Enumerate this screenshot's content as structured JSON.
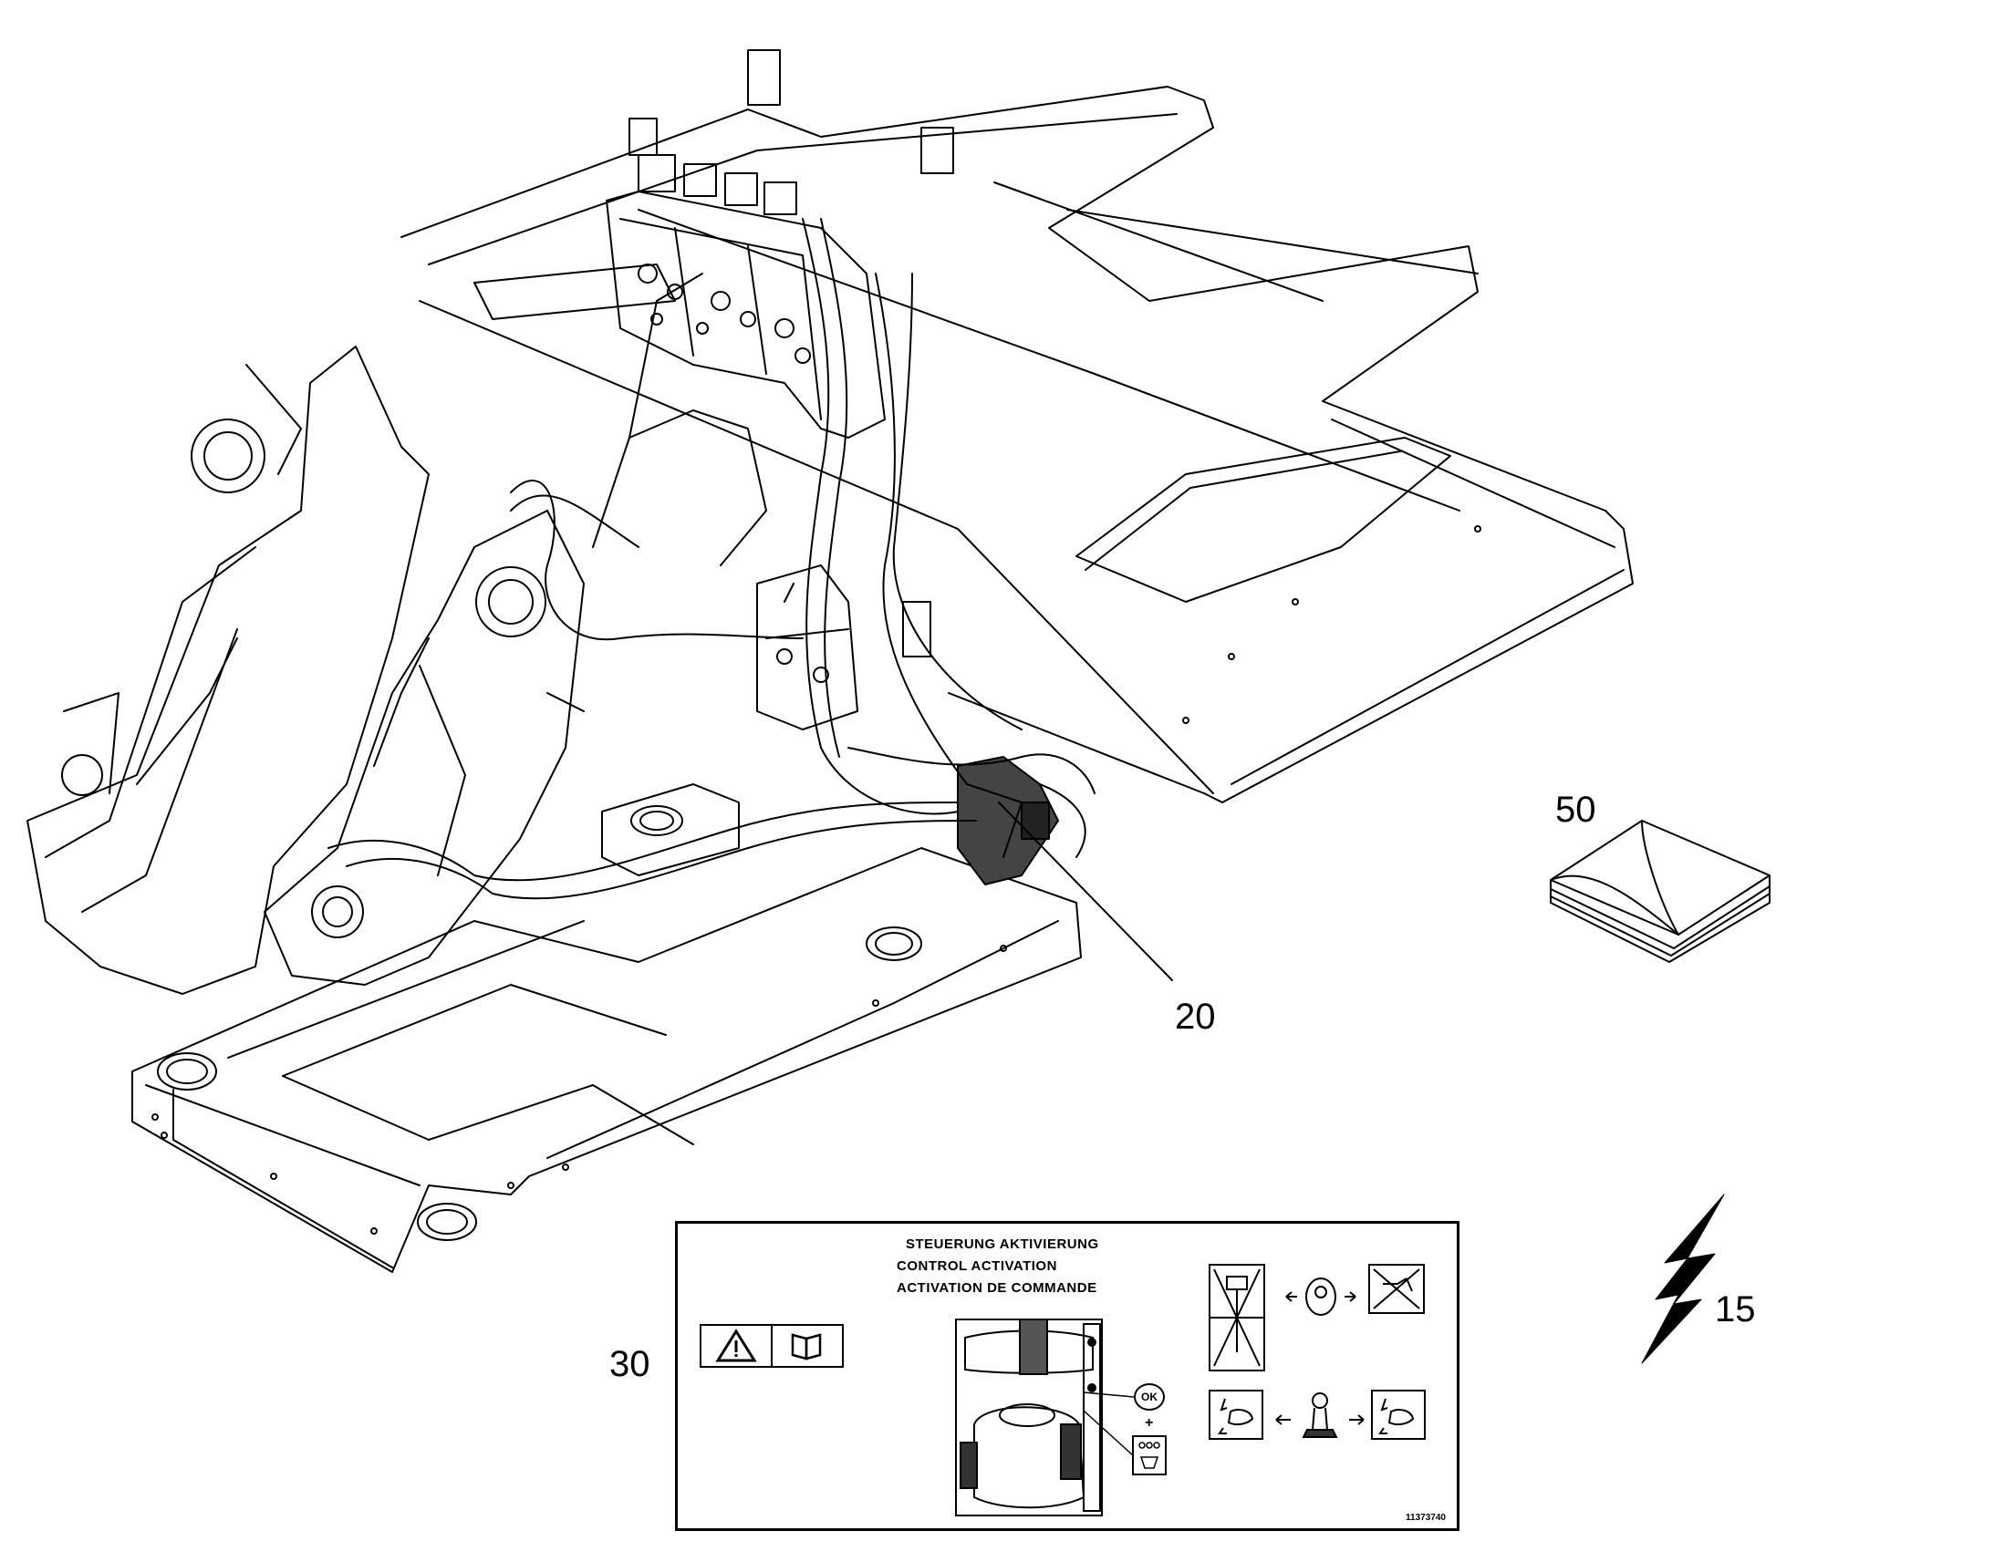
{
  "callouts": {
    "item_20": "20",
    "item_30": "30",
    "item_50": "50",
    "item_15": "15"
  },
  "label": {
    "title_de": "STEUERUNG AKTIVIERUNG",
    "title_en": "CONTROL ACTIVATION",
    "title_fr": "ACTIVATION DE COMMANDE",
    "ok_text": "OK",
    "plus_sign": "+",
    "code": "11373740"
  },
  "icons": [
    "warning-triangle-icon",
    "manual-book-icon",
    "lightning-bolt-icon",
    "open-book-icon",
    "joystick-icon",
    "armrest-icon"
  ]
}
